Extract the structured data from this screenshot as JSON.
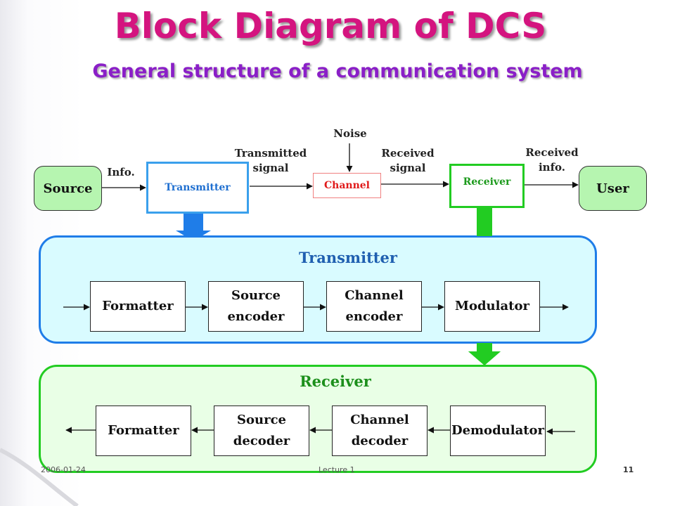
{
  "title": "Block Diagram of DCS",
  "subtitle": "General structure of a communication system",
  "top": {
    "source": "Source",
    "user": "User",
    "transmitter": "Transmitter",
    "channel": "Channel",
    "receiver": "Receiver",
    "noise": "Noise",
    "info": "Info.",
    "transmitted_signal": [
      "Transmitted",
      "signal"
    ],
    "received_signal": [
      "Received",
      "signal"
    ],
    "received_info": [
      "Received",
      "info."
    ]
  },
  "transmitter_panel": {
    "title": "Transmitter",
    "blocks": [
      [
        "Formatter"
      ],
      [
        "Source",
        "encoder"
      ],
      [
        "Channel",
        "encoder"
      ],
      [
        "Modulator"
      ]
    ]
  },
  "receiver_panel": {
    "title": "Receiver",
    "blocks": [
      [
        "Formatter"
      ],
      [
        "Source",
        "decoder"
      ],
      [
        "Channel",
        "decoder"
      ],
      [
        "Demodulator"
      ]
    ]
  },
  "footer": {
    "date": "2006-01-24",
    "lecture": "Lecture 1",
    "page": "11"
  },
  "colors": {
    "title": "#d4147f",
    "subtitle": "#8a1fc7",
    "transmitter_blue": "#1f7de8",
    "receiver_green": "#22cc22",
    "channel_red": "#e01a1a",
    "tx_panel_fill": "#d9fbff",
    "rx_panel_fill": "#e9ffe6"
  }
}
